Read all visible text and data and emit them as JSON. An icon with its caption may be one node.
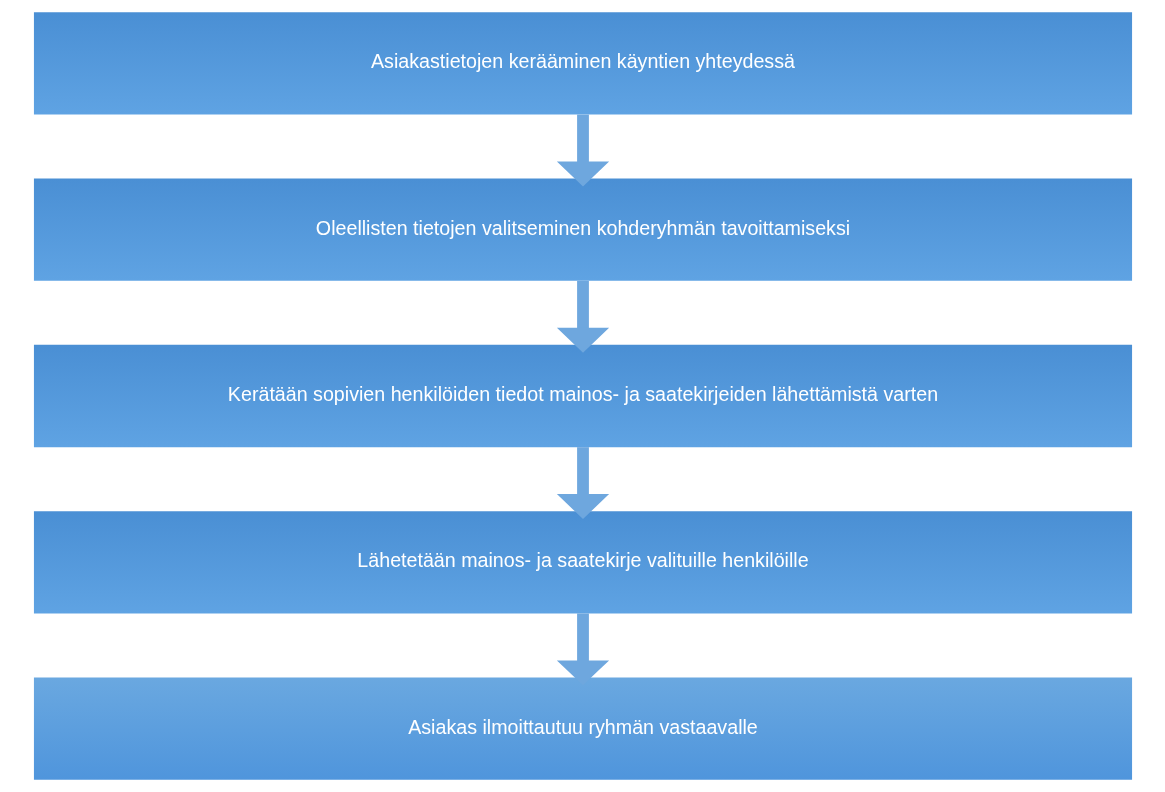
{
  "diagram": {
    "nodes": [
      {
        "text": [
          "Asiakastietojen kerääminen käyntien yhteydessä"
        ]
      },
      {
        "text": [
          "Oleellisten tietojen valitseminen kohderyhmän tavoittamiseksi"
        ]
      },
      {
        "text": [
          "Kerätään sopivien henkilöiden tiedot mainos- ja saatekirjeiden lähettämistä varten"
        ]
      },
      {
        "text": [
          "Lähetetään mainos- ja saatekirje valituille henkilöille"
        ]
      },
      {
        "text": [
          "Asiakas ilmoittautuu ryhmän vastaavalle"
        ]
      }
    ],
    "edges": [
      {
        "from": 0,
        "to": 1,
        "arrow": "to"
      },
      {
        "from": 1,
        "to": 2,
        "arrow": "to"
      },
      {
        "from": 2,
        "to": 3,
        "arrow": "to"
      },
      {
        "from": 3,
        "to": 4,
        "arrow": "to"
      }
    ]
  }
}
